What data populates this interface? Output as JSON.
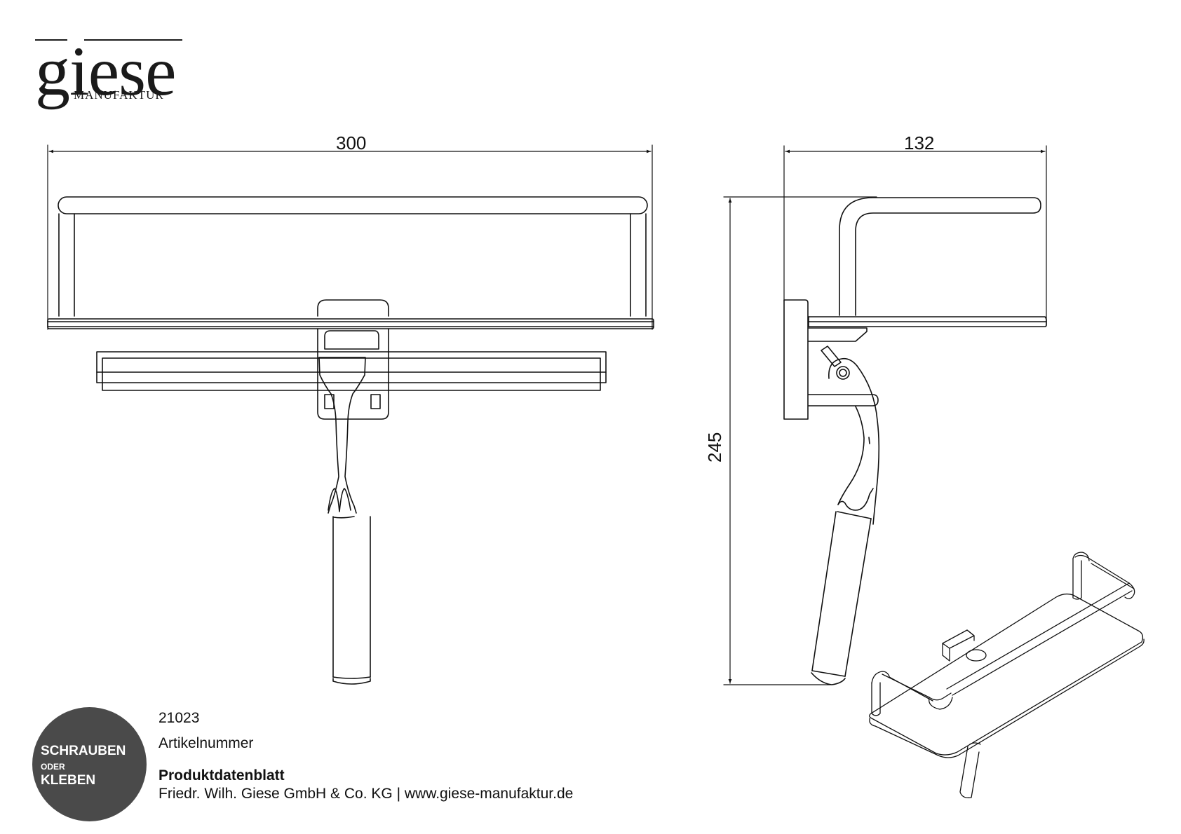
{
  "brand": {
    "logo_word": "giese",
    "logo_sub": "MANUFAKTUR"
  },
  "drawing": {
    "front_view": {
      "width_dimension": "300"
    },
    "side_view": {
      "depth_dimension": "132",
      "height_dimension": "245"
    },
    "isometric_view": {}
  },
  "badge": {
    "line1": "SCHRAUBEN",
    "line2": "ODER",
    "line3": "KLEBEN",
    "background": "#4a4a4a",
    "text_color": "#ffffff"
  },
  "product": {
    "article_number": "21023",
    "article_label": "Artikelnummer",
    "sheet_title": "Produktdatenblatt",
    "company_line": "Friedr. Wilh. Giese GmbH & Co. KG | www.giese-manufaktur.de"
  }
}
